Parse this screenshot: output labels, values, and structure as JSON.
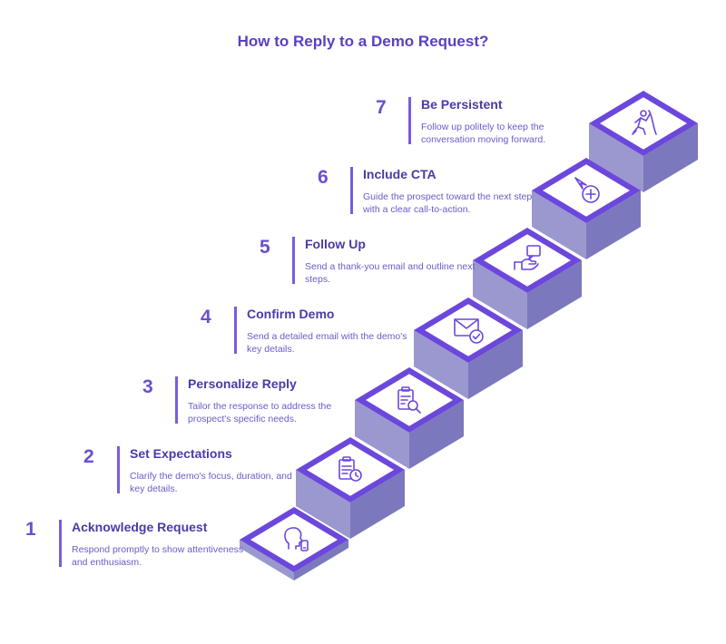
{
  "title": "How to Reply to a Demo Request?",
  "colors": {
    "accent": "#6b47dc",
    "tile_top": "#ffffff",
    "riser_front": "#9b98cf",
    "riser_side": "#7c78bd",
    "title_text": "#5b3fc4"
  },
  "steps": [
    {
      "number": "1",
      "title": "Acknowledge Request",
      "desc": "Respond promptly to show attentiveness and enthusiasm.",
      "icon": "person-phone-icon"
    },
    {
      "number": "2",
      "title": "Set Expectations",
      "desc": "Clarify the demo's focus, duration, and key details.",
      "icon": "clipboard-clock-icon"
    },
    {
      "number": "3",
      "title": "Personalize Reply",
      "desc": "Tailor the response to address the prospect's specific needs.",
      "icon": "document-search-icon"
    },
    {
      "number": "4",
      "title": "Confirm Demo",
      "desc": "Send a detailed email with the demo's key details.",
      "icon": "envelope-check-icon"
    },
    {
      "number": "5",
      "title": "Follow Up",
      "desc": "Send a thank-you email and outline next steps.",
      "icon": "hand-chat-icon"
    },
    {
      "number": "6",
      "title": "Include CTA",
      "desc": "Guide the prospect toward the next step with a clear call-to-action.",
      "icon": "cursor-plus-icon"
    },
    {
      "number": "7",
      "title": "Be Persistent",
      "desc": "Follow up politely to keep the conversation moving forward.",
      "icon": "climber-icon"
    }
  ]
}
